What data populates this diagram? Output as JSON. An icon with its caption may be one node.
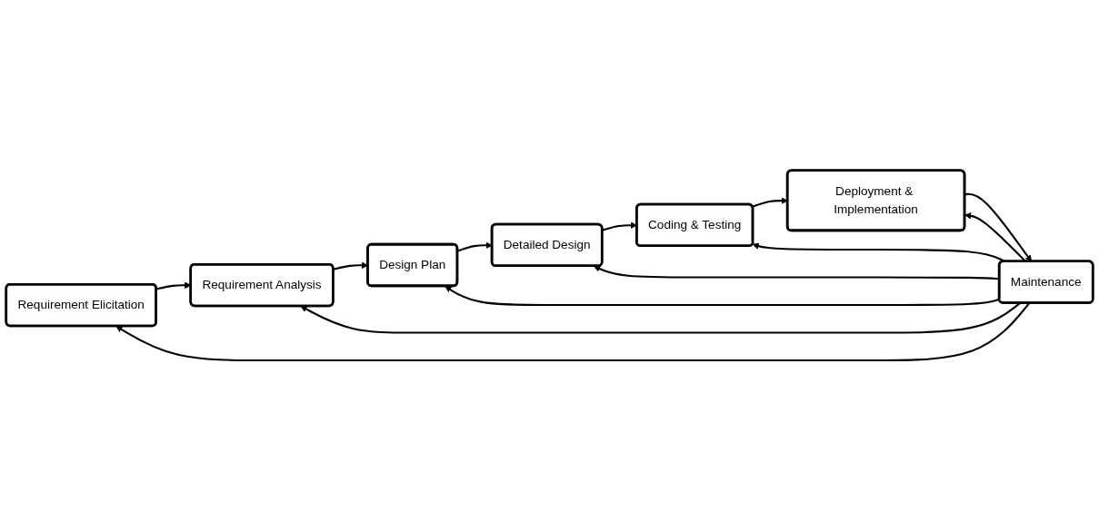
{
  "diagram": {
    "nodes": [
      {
        "text": [
          "Requirement Elicitation"
        ]
      },
      {
        "text": [
          "Requirement Analysis"
        ]
      },
      {
        "text": [
          "Design Plan"
        ]
      },
      {
        "text": [
          "Detailed Design"
        ]
      },
      {
        "text": [
          "Coding & Testing"
        ]
      },
      {
        "text": [
          "Deployment & Implementation"
        ]
      },
      {
        "text": [
          "Maintenance"
        ]
      }
    ],
    "edges": [
      {
        "from": 0,
        "to": 1,
        "arrow": "to"
      },
      {
        "from": 1,
        "to": 2,
        "arrow": "to"
      },
      {
        "from": 2,
        "to": 3,
        "arrow": "to"
      },
      {
        "from": 3,
        "to": 4,
        "arrow": "to"
      },
      {
        "from": 4,
        "to": 5,
        "arrow": "to"
      },
      {
        "from": 5,
        "to": 6,
        "arrow": "to"
      },
      {
        "from": 6,
        "to": 0,
        "arrow": "to"
      },
      {
        "from": 6,
        "to": 1,
        "arrow": "to"
      },
      {
        "from": 6,
        "to": 2,
        "arrow": "to"
      },
      {
        "from": 6,
        "to": 3,
        "arrow": "to"
      },
      {
        "from": 6,
        "to": 4,
        "arrow": "to"
      },
      {
        "from": 6,
        "to": 5,
        "arrow": "to"
      }
    ]
  }
}
